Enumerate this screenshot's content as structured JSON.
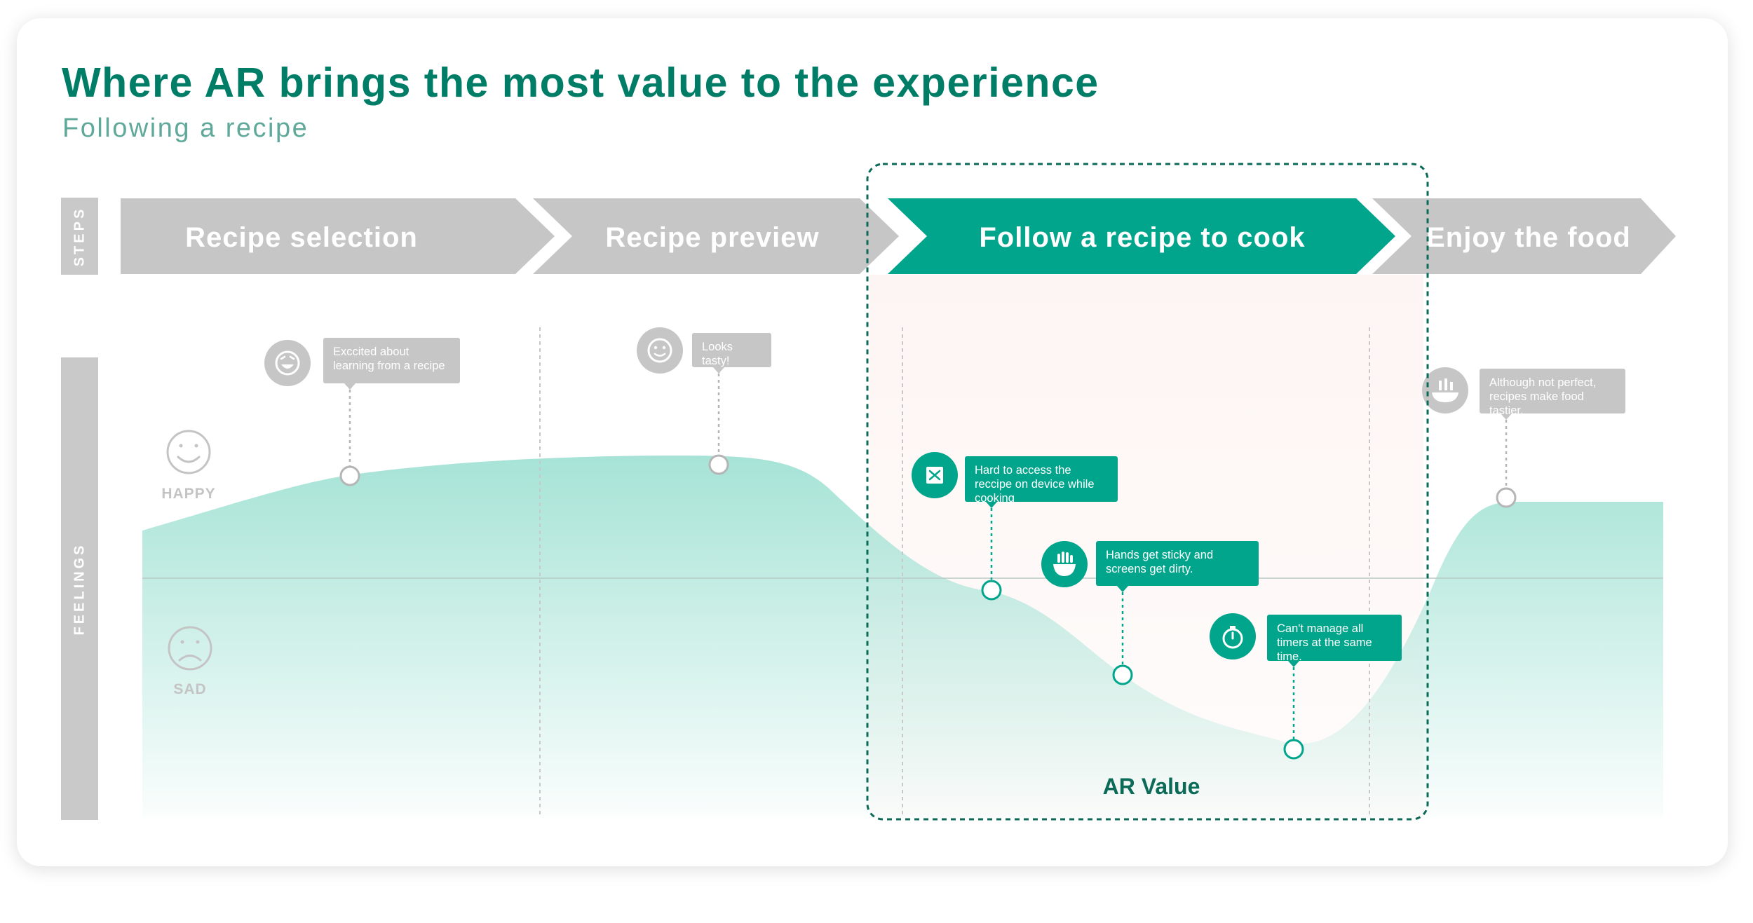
{
  "title": "Where AR brings the most value to the experience",
  "subtitle": "Following a recipe",
  "side_labels": {
    "steps": "STEPS",
    "feelings": "FEELINGS"
  },
  "steps": [
    {
      "label": "Recipe selection",
      "highlighted": false
    },
    {
      "label": "Recipe preview",
      "highlighted": false
    },
    {
      "label": "Follow a recipe to cook",
      "highlighted": true
    },
    {
      "label": "Enjoy the food",
      "highlighted": false
    }
  ],
  "moods": {
    "happy": "HAPPY",
    "sad": "SAD"
  },
  "callouts": [
    {
      "text": "Exccited about learning from a recipe",
      "icon": "laughing-face-icon",
      "variant": "grey"
    },
    {
      "text": "Looks tasty!",
      "icon": "tongue-face-icon",
      "variant": "grey"
    },
    {
      "text": "Hard to access the reccipe on device while cooking",
      "icon": "recipe-card-icon",
      "variant": "green"
    },
    {
      "text": "Hands get sticky and screens get dirty.",
      "icon": "hand-bowl-icon",
      "variant": "green"
    },
    {
      "text": "Can't manage all timers at the same time.",
      "icon": "timer-icon",
      "variant": "green"
    },
    {
      "text": "Although not perfect, recipes make food tastier.",
      "icon": "food-plate-icon",
      "variant": "grey"
    }
  ],
  "ar_label": "AR Value",
  "colors": {
    "primary": "#00a58c",
    "title": "#007d67",
    "grey": "#c6c6c6",
    "curve_fill": "#a6e3d6",
    "ar_zone": "#fdf6f4"
  }
}
